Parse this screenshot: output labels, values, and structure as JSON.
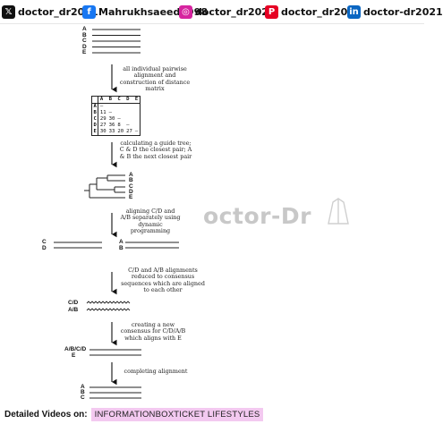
{
  "header": {
    "socials": [
      {
        "icon": "x-twitter-icon",
        "glyph": "𝕏",
        "color": "#111111",
        "handle": "doctor_dr2021"
      },
      {
        "icon": "facebook-icon",
        "glyph": "f",
        "color": "#1877f2",
        "handle": "Mahrukhsaeed1998"
      },
      {
        "icon": "instagram-icon",
        "glyph": "◎",
        "color": "#d6249f",
        "handle": "doctor_dr2021"
      },
      {
        "icon": "pinterest-icon",
        "glyph": "P",
        "color": "#e60023",
        "handle": "doctor_dr2021"
      },
      {
        "icon": "linkedin-icon",
        "glyph": "in",
        "color": "#0a66c2",
        "handle": "doctor-dr2021"
      }
    ]
  },
  "diagram": {
    "steps": [
      "all individual pairwise alignment and construction of distance matrix",
      "calculating a guide tree; C & D the closest pair; A & B the next closest pair",
      "aligning C/D and A/B separately using dynamic programming",
      "C/D and A/B alignments reduced to consensus sequences which are aligned to each other",
      "creating a new consensus for C/D/A/B which aligns with E",
      "completing alignment"
    ],
    "sequence_labels": [
      "A",
      "B",
      "C",
      "D",
      "E"
    ],
    "matrix": {
      "header": [
        "",
        "A",
        "B",
        "C",
        "D",
        "E"
      ],
      "rows": [
        [
          "A",
          "–",
          "",
          "",
          "",
          ""
        ],
        [
          "B",
          "11",
          "–",
          "",
          "",
          ""
        ],
        [
          "C",
          "29",
          "30",
          "–",
          "",
          ""
        ],
        [
          "D",
          "27",
          "36",
          "8",
          "–",
          ""
        ],
        [
          "E",
          "30",
          "33",
          "20",
          "27",
          "–"
        ]
      ]
    },
    "pair_labels": {
      "cd": "C/D",
      "ab": "A/B",
      "abcd": "A/B/C/D",
      "e": "E",
      "c": "C",
      "d": "D",
      "a": "A",
      "b": "B"
    },
    "watermark": "octor-Dr"
  },
  "footer": {
    "lead": "Detailed Videos on:",
    "channel": "INFORMATIONBOXTICKET LIFESTYLES"
  }
}
